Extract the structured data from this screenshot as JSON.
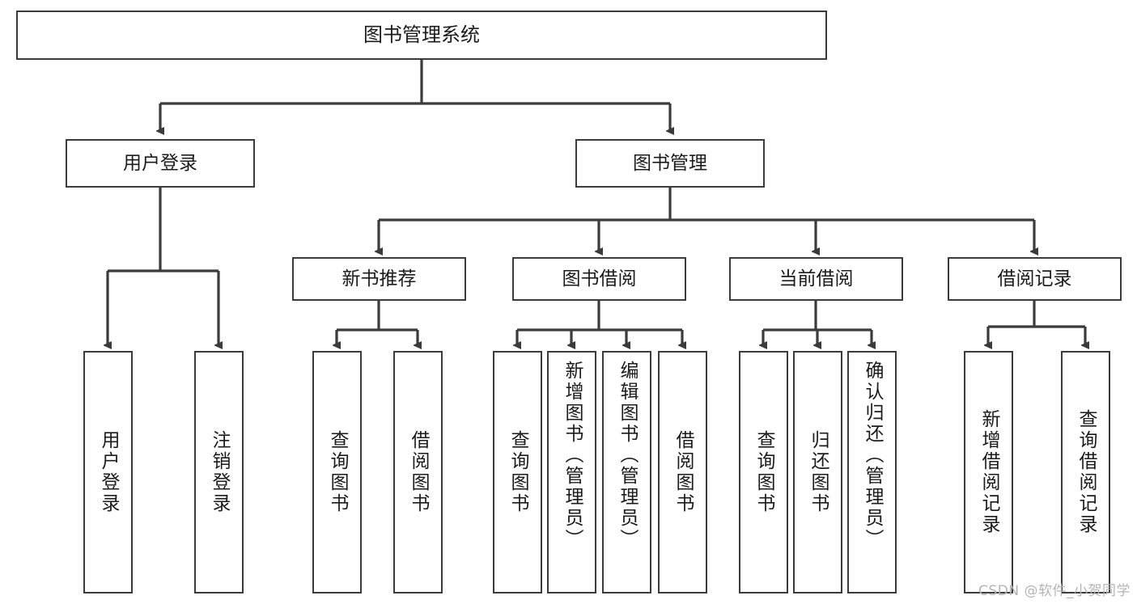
{
  "diagram": {
    "title": "图书管理系统",
    "type": "functional-structure-tree",
    "watermark": "CSDN @软件_小贺同学",
    "colors": {
      "box_border": "#3b3b3b",
      "box_fill": "#ffffff",
      "connector": "#3b3b3b",
      "text": "#1b1b1b",
      "watermark": "#b4b4b4",
      "background": "#ffffff"
    },
    "levels": {
      "root": {
        "label": "图书管理系统"
      },
      "level2": [
        {
          "id": "user-login",
          "label": "用户登录"
        },
        {
          "id": "book-manage",
          "label": "图书管理"
        }
      ],
      "level3": [
        {
          "id": "new-book-recommend",
          "label": "新书推荐",
          "parent": "book-manage"
        },
        {
          "id": "book-borrow",
          "label": "图书借阅",
          "parent": "book-manage"
        },
        {
          "id": "current-borrow",
          "label": "当前借阅",
          "parent": "book-manage"
        },
        {
          "id": "borrow-record",
          "label": "借阅记录",
          "parent": "book-manage"
        }
      ],
      "leaves": {
        "user-login": [
          {
            "id": "leaf-user-login",
            "label": "用户登录"
          },
          {
            "id": "leaf-user-logout",
            "label": "注销登录"
          }
        ],
        "new-book-recommend": [
          {
            "id": "leaf-query-book-1",
            "label": "查询图书"
          },
          {
            "id": "leaf-borrow-book-1",
            "label": "借阅图书"
          }
        ],
        "book-borrow": [
          {
            "id": "leaf-query-book-2",
            "label": "查询图书"
          },
          {
            "id": "leaf-add-book",
            "label": "新增图书（管理员）"
          },
          {
            "id": "leaf-edit-book",
            "label": "编辑图书（管理员）"
          },
          {
            "id": "leaf-borrow-book-2",
            "label": "借阅图书"
          }
        ],
        "current-borrow": [
          {
            "id": "leaf-query-book-3",
            "label": "查询图书"
          },
          {
            "id": "leaf-return-book",
            "label": "归还图书"
          },
          {
            "id": "leaf-confirm-return",
            "label": "确认归还（管理员）"
          }
        ],
        "borrow-record": [
          {
            "id": "leaf-add-record",
            "label": "新增借阅记录"
          },
          {
            "id": "leaf-query-record",
            "label": "查询借阅记录"
          }
        ]
      }
    }
  }
}
